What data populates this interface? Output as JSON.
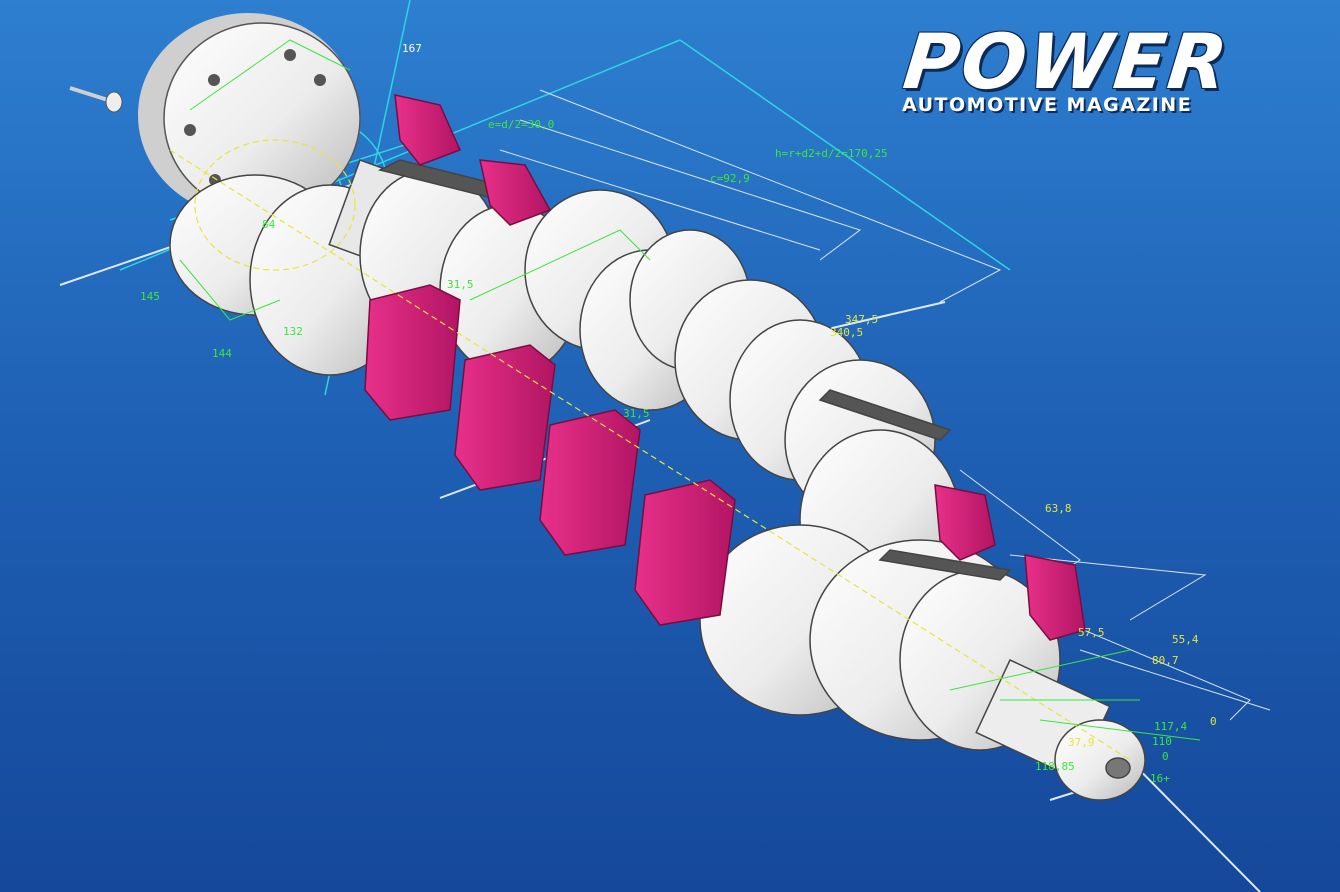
{
  "brand": {
    "title": "POWER",
    "subtitle": "AUTOMOTIVE MAGAZINE"
  },
  "dimensions": {
    "d167": "167",
    "eq1": "e=d/2=30,0",
    "eq2": "h=r+d2+d/2=170,25",
    "c": "c=92,9",
    "d145": "145",
    "d144": "144",
    "d132": "132",
    "d84": "84",
    "d31_5a": "31,5",
    "d31_5b": "31,5",
    "d347_5": "347,5",
    "d340_5": "340,5",
    "d63_8": "63,8",
    "d57_5": "57,5",
    "d55_4": "55,4",
    "d80_7": "80,7",
    "d37_9": "37,9",
    "d110": "110",
    "d117_4": "117,4",
    "d0a": "0",
    "d0b": "0",
    "d118": "118,85",
    "d16": "16+"
  },
  "colors": {
    "background": "#1f62b6",
    "part": "#f2f2f2",
    "part_shade": "#a9a9a9",
    "weight": "#d41d78",
    "dim_green": "#3ce63c",
    "dim_yellow": "#e6e638",
    "axis_cyan": "#2bd6e0"
  }
}
